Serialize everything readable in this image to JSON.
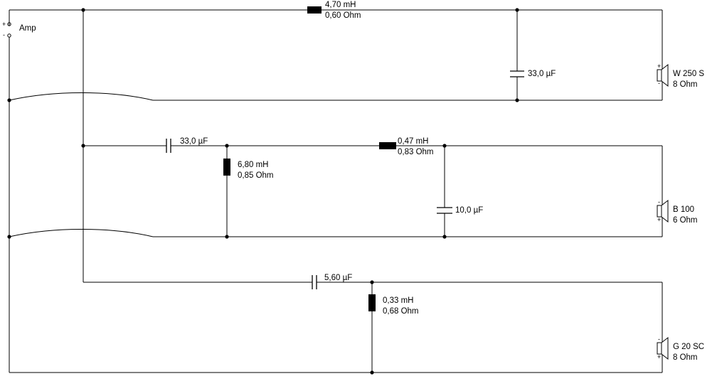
{
  "amp": {
    "label": "Amp",
    "plus": "+",
    "minus": "-"
  },
  "woofer_section": {
    "inductor": {
      "inductance": "4,70 mH",
      "resistance": "0,60 Ohm"
    },
    "capacitor": {
      "value": "33,0 µF"
    },
    "speaker": {
      "name": "W 250 S",
      "impedance": "8 Ohm",
      "top_pole": "+",
      "bottom_pole": "-"
    }
  },
  "mid_section": {
    "series_capacitor": {
      "value": "33,0 µF"
    },
    "shunt_inductor": {
      "inductance": "6,80 mH",
      "resistance": "0,85 Ohm"
    },
    "series_inductor": {
      "inductance": "0,47 mH",
      "resistance": "0,83 Ohm"
    },
    "shunt_capacitor": {
      "value": "10,0 µF"
    },
    "speaker": {
      "name": "B 100",
      "impedance": "6 Ohm",
      "top_pole": "-",
      "bottom_pole": "+"
    }
  },
  "tweeter_section": {
    "series_capacitor": {
      "value": "5,60 µF"
    },
    "shunt_inductor": {
      "inductance": "0,33 mH",
      "resistance": "0,68 Ohm"
    },
    "speaker": {
      "name": "G 20 SC",
      "impedance": "8 Ohm",
      "top_pole": "-",
      "bottom_pole": "+"
    }
  }
}
